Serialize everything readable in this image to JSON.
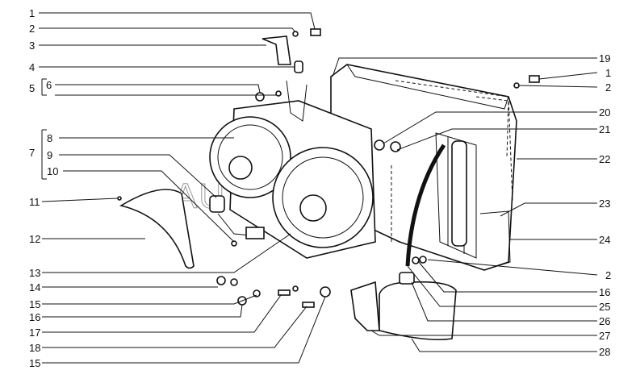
{
  "watermark": "AUTOPITER.RU",
  "left_labels": [
    "1",
    "2",
    "3",
    "4",
    "5",
    "6",
    "7",
    "8",
    "9",
    "10",
    "11",
    "12",
    "13",
    "14",
    "15",
    "16",
    "17",
    "18",
    "15"
  ],
  "right_labels": [
    "19",
    "1",
    "2",
    "20",
    "21",
    "22",
    "23",
    "24",
    "2",
    "16",
    "25",
    "26",
    "27",
    "28"
  ]
}
